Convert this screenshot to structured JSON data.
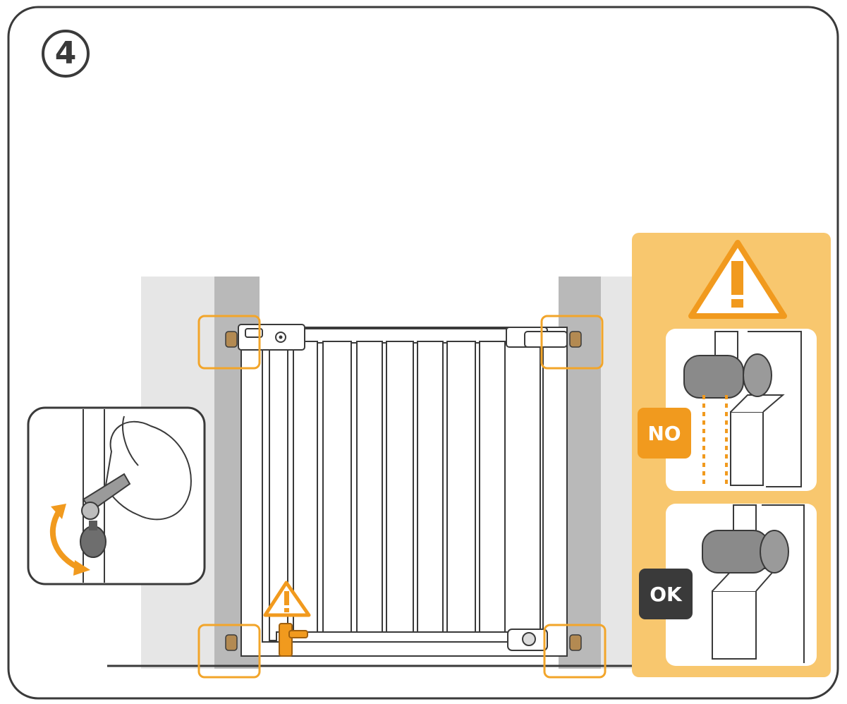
{
  "step": {
    "number": "4"
  },
  "warning_panel": {
    "no_label": "NO",
    "ok_label": "OK"
  },
  "colors": {
    "outline": "#3a3a3a",
    "accent_orange": "#f19a1e",
    "panel_yellow": "#f8c76e",
    "wall_gray": "#bdbdbd",
    "wall_light": "#e4e4e4",
    "ok_badge": "#3a3a3a"
  }
}
